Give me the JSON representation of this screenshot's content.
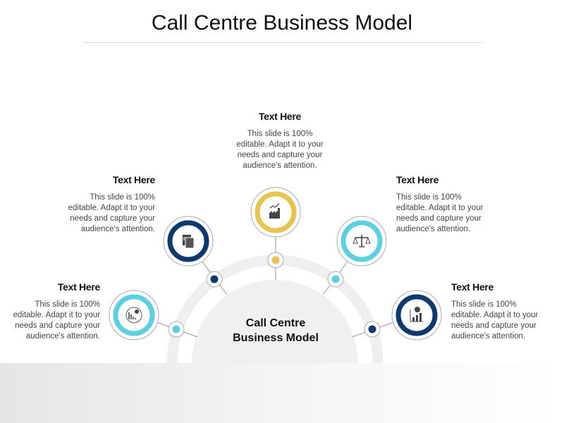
{
  "title": "Call Centre Business Model",
  "center_label": [
    "Call Centre",
    "Business Model"
  ],
  "colors": {
    "navy": "#0d3a6e",
    "cyan": "#5bd0e0",
    "yellow": "#e8c44f"
  },
  "items": [
    {
      "heading": "Text Here",
      "body": "This slide is 100% editable. Adapt it to your needs and capture your audience's attention.",
      "icon": "declining-revenue-icon",
      "color": "cyan"
    },
    {
      "heading": "Text Here",
      "body": "This slide is 100% editable. Adapt it to your needs and capture your audience's attention.",
      "icon": "invoice-documents-icon",
      "color": "navy"
    },
    {
      "heading": "Text Here",
      "body": "This slide is 100% editable. Adapt it to your needs and capture your audience's attention.",
      "icon": "factory-growth-icon",
      "color": "yellow"
    },
    {
      "heading": "Text Here",
      "body": "This slide is 100% editable. Adapt it to your needs and capture your audience's attention.",
      "icon": "balance-scale-icon",
      "color": "cyan"
    },
    {
      "heading": "Text Here",
      "body": "This slide is 100% editable. Adapt it to your needs and capture your audience's attention.",
      "icon": "revenue-growth-chart-icon",
      "color": "navy"
    }
  ]
}
